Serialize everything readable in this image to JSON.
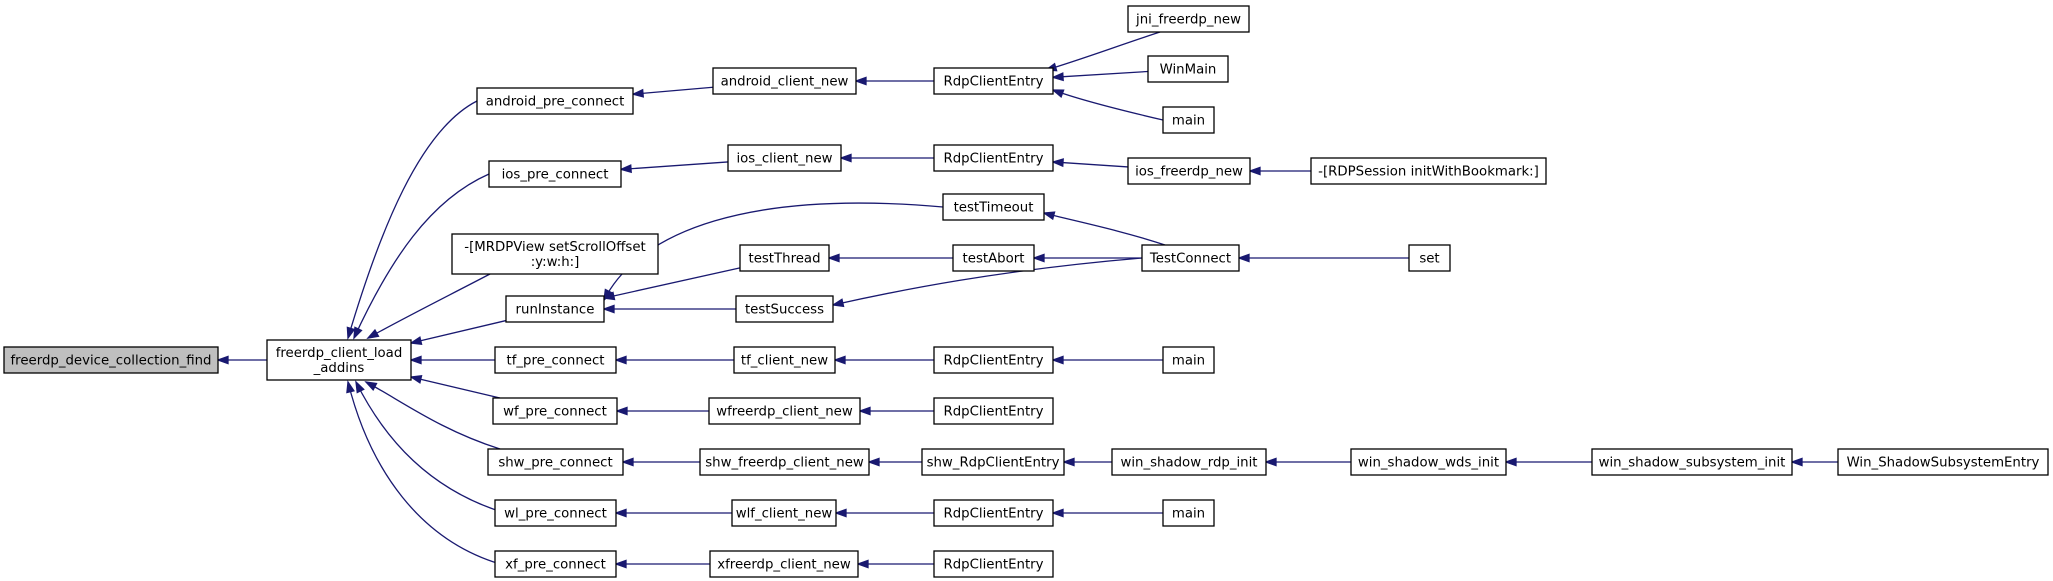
{
  "graph": {
    "edge_color": "#191970",
    "root_fill": "#bfbfbf",
    "nodes": [
      {
        "id": "root",
        "label": "freerdp_device_collection_find",
        "root": true
      },
      {
        "id": "load",
        "label": "freerdp_client_load\n_addins"
      },
      {
        "id": "android_pre",
        "label": "android_pre_connect"
      },
      {
        "id": "ios_pre",
        "label": "ios_pre_connect"
      },
      {
        "id": "mrdp",
        "label": "-[MRDPView setScrollOffset\n:y:w:h:]"
      },
      {
        "id": "runInstance",
        "label": "runInstance"
      },
      {
        "id": "tf_pre",
        "label": "tf_pre_connect"
      },
      {
        "id": "wf_pre",
        "label": "wf_pre_connect"
      },
      {
        "id": "shw_pre",
        "label": "shw_pre_connect"
      },
      {
        "id": "wl_pre",
        "label": "wl_pre_connect"
      },
      {
        "id": "xf_pre",
        "label": "xf_pre_connect"
      },
      {
        "id": "android_new",
        "label": "android_client_new"
      },
      {
        "id": "ios_new",
        "label": "ios_client_new"
      },
      {
        "id": "testThread",
        "label": "testThread"
      },
      {
        "id": "testSuccess",
        "label": "testSuccess"
      },
      {
        "id": "tf_new",
        "label": "tf_client_new"
      },
      {
        "id": "wfreerdp_new",
        "label": "wfreerdp_client_new"
      },
      {
        "id": "shw_freerdp_new",
        "label": "shw_freerdp_client_new"
      },
      {
        "id": "wlf_new",
        "label": "wlf_client_new"
      },
      {
        "id": "xfreerdp_new",
        "label": "xfreerdp_client_new"
      },
      {
        "id": "rce_android",
        "label": "RdpClientEntry"
      },
      {
        "id": "rce_ios",
        "label": "RdpClientEntry"
      },
      {
        "id": "testTimeout",
        "label": "testTimeout"
      },
      {
        "id": "testAbort",
        "label": "testAbort"
      },
      {
        "id": "rce_tf",
        "label": "RdpClientEntry"
      },
      {
        "id": "rce_wf",
        "label": "RdpClientEntry"
      },
      {
        "id": "shw_rce",
        "label": "shw_RdpClientEntry"
      },
      {
        "id": "rce_wl",
        "label": "RdpClientEntry"
      },
      {
        "id": "rce_xf",
        "label": "RdpClientEntry"
      },
      {
        "id": "jni_new",
        "label": "jni_freerdp_new"
      },
      {
        "id": "winmain",
        "label": "WinMain"
      },
      {
        "id": "main_android",
        "label": "main"
      },
      {
        "id": "ios_freerdp_new",
        "label": "ios_freerdp_new"
      },
      {
        "id": "testConnect",
        "label": "TestConnect"
      },
      {
        "id": "main_tf",
        "label": "main"
      },
      {
        "id": "win_rdp_init",
        "label": "win_shadow_rdp_init"
      },
      {
        "id": "main_wl",
        "label": "main"
      },
      {
        "id": "rdpsession",
        "label": "-[RDPSession initWithBookmark:]"
      },
      {
        "id": "set",
        "label": "set"
      },
      {
        "id": "win_wds_init",
        "label": "win_shadow_wds_init"
      },
      {
        "id": "win_sub_init",
        "label": "win_shadow_subsystem_init"
      },
      {
        "id": "win_sub_entry",
        "label": "Win_ShadowSubsystemEntry"
      }
    ],
    "edges": [
      {
        "from": "load",
        "to": "root"
      },
      {
        "from": "android_pre",
        "to": "load"
      },
      {
        "from": "ios_pre",
        "to": "load"
      },
      {
        "from": "mrdp",
        "to": "load"
      },
      {
        "from": "runInstance",
        "to": "load"
      },
      {
        "from": "tf_pre",
        "to": "load"
      },
      {
        "from": "wf_pre",
        "to": "load"
      },
      {
        "from": "shw_pre",
        "to": "load"
      },
      {
        "from": "wl_pre",
        "to": "load"
      },
      {
        "from": "xf_pre",
        "to": "load"
      },
      {
        "from": "android_new",
        "to": "android_pre"
      },
      {
        "from": "ios_new",
        "to": "ios_pre"
      },
      {
        "from": "testThread",
        "to": "runInstance"
      },
      {
        "from": "testSuccess",
        "to": "runInstance"
      },
      {
        "from": "testTimeout",
        "to": "runInstance"
      },
      {
        "from": "tf_new",
        "to": "tf_pre"
      },
      {
        "from": "wfreerdp_new",
        "to": "wf_pre"
      },
      {
        "from": "shw_freerdp_new",
        "to": "shw_pre"
      },
      {
        "from": "wlf_new",
        "to": "wl_pre"
      },
      {
        "from": "xfreerdp_new",
        "to": "xf_pre"
      },
      {
        "from": "rce_android",
        "to": "android_new"
      },
      {
        "from": "rce_ios",
        "to": "ios_new"
      },
      {
        "from": "testAbort",
        "to": "testThread"
      },
      {
        "from": "testConnect",
        "to": "testSuccess"
      },
      {
        "from": "rce_tf",
        "to": "tf_new"
      },
      {
        "from": "rce_wf",
        "to": "wfreerdp_new"
      },
      {
        "from": "shw_rce",
        "to": "shw_freerdp_new"
      },
      {
        "from": "rce_wl",
        "to": "wlf_new"
      },
      {
        "from": "rce_xf",
        "to": "xfreerdp_new"
      },
      {
        "from": "jni_new",
        "to": "rce_android"
      },
      {
        "from": "winmain",
        "to": "rce_android"
      },
      {
        "from": "main_android",
        "to": "rce_android"
      },
      {
        "from": "ios_freerdp_new",
        "to": "rce_ios"
      },
      {
        "from": "testConnect",
        "to": "testTimeout"
      },
      {
        "from": "testConnect",
        "to": "testAbort"
      },
      {
        "from": "main_tf",
        "to": "rce_tf"
      },
      {
        "from": "win_rdp_init",
        "to": "shw_rce"
      },
      {
        "from": "main_wl",
        "to": "rce_wl"
      },
      {
        "from": "rdpsession",
        "to": "ios_freerdp_new"
      },
      {
        "from": "set",
        "to": "testConnect"
      },
      {
        "from": "win_wds_init",
        "to": "win_rdp_init"
      },
      {
        "from": "win_sub_init",
        "to": "win_wds_init"
      },
      {
        "from": "win_sub_entry",
        "to": "win_sub_init"
      }
    ]
  }
}
